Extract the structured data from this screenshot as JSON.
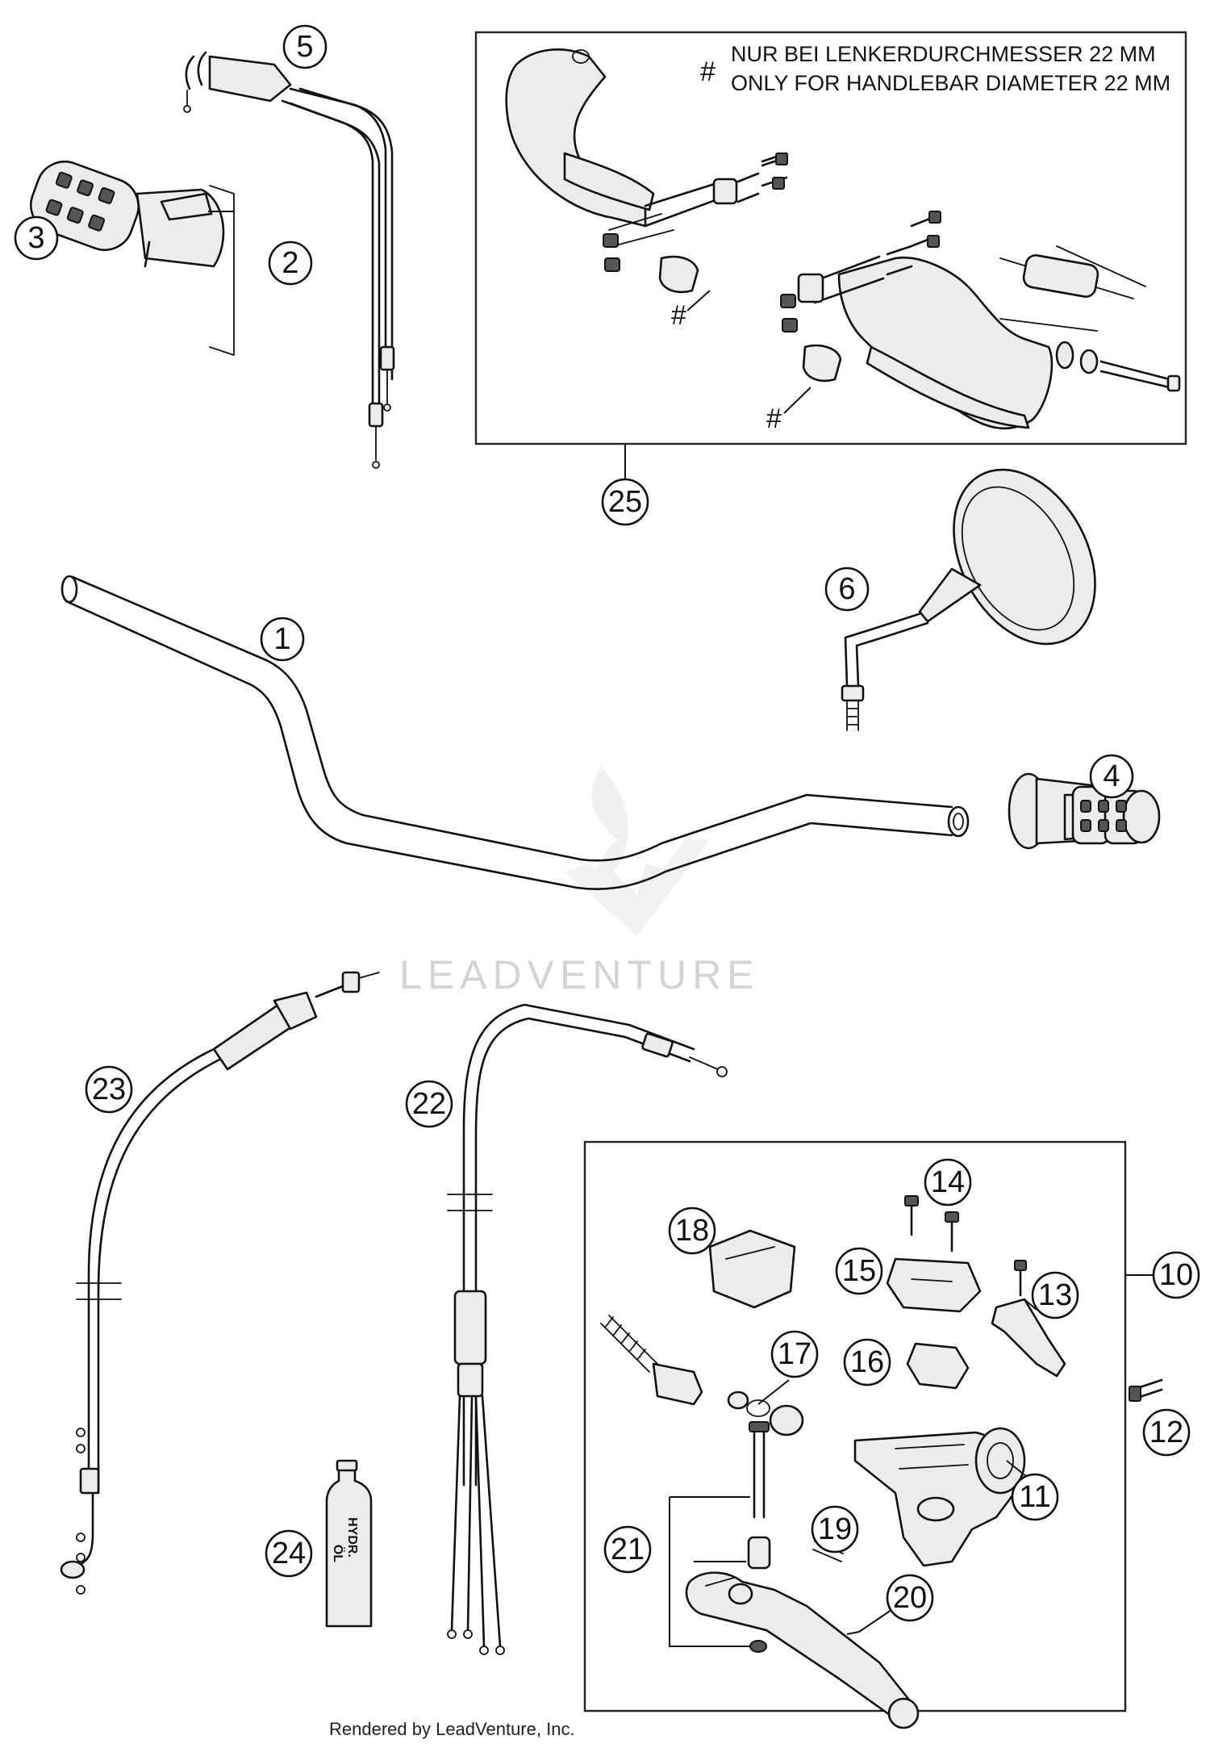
{
  "note": {
    "symbol": "#",
    "line1": "NUR BEI LENKERDURCHMESSER 22 MM",
    "line2": "ONLY FOR HANDLEBAR DIAMETER 22 MM"
  },
  "hash_marks": [
    "#",
    "#",
    "#"
  ],
  "bottle_label": {
    "line1": "HYDR.",
    "line2": "ÖL"
  },
  "watermark": "LEADVENTURE",
  "footer": "Rendered by LeadVenture, Inc.",
  "callouts": [
    {
      "id": "c1",
      "label": "1"
    },
    {
      "id": "c2",
      "label": "2"
    },
    {
      "id": "c3",
      "label": "3"
    },
    {
      "id": "c4",
      "label": "4"
    },
    {
      "id": "c5",
      "label": "5"
    },
    {
      "id": "c6",
      "label": "6"
    },
    {
      "id": "c10",
      "label": "10"
    },
    {
      "id": "c11",
      "label": "11"
    },
    {
      "id": "c12",
      "label": "12"
    },
    {
      "id": "c13",
      "label": "13"
    },
    {
      "id": "c14",
      "label": "14"
    },
    {
      "id": "c15",
      "label": "15"
    },
    {
      "id": "c16",
      "label": "16"
    },
    {
      "id": "c17",
      "label": "17"
    },
    {
      "id": "c18",
      "label": "18"
    },
    {
      "id": "c19",
      "label": "19"
    },
    {
      "id": "c20",
      "label": "20"
    },
    {
      "id": "c21",
      "label": "21"
    },
    {
      "id": "c22",
      "label": "22"
    },
    {
      "id": "c23",
      "label": "23"
    },
    {
      "id": "c24",
      "label": "24"
    },
    {
      "id": "c25",
      "label": "25"
    }
  ]
}
